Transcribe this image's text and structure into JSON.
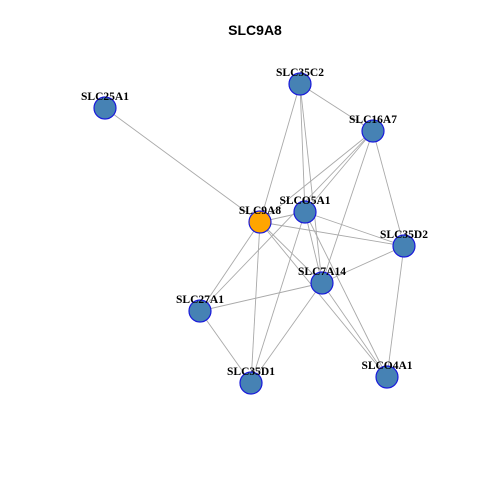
{
  "title": "SLC9A8",
  "colors": {
    "node_fill": "#4682b4",
    "center_fill": "#ffa500",
    "node_border": "#1a1adb",
    "edge": "#a9a9a9"
  },
  "nodes": [
    {
      "id": "SLC9A8",
      "center": true
    },
    {
      "id": "SLC35C2"
    },
    {
      "id": "SLC25A1"
    },
    {
      "id": "SLC16A7"
    },
    {
      "id": "SLCO5A1"
    },
    {
      "id": "SLC35D2"
    },
    {
      "id": "SLC7A14"
    },
    {
      "id": "SLC27A1"
    },
    {
      "id": "SLC35D1"
    },
    {
      "id": "SLCO4A1"
    }
  ],
  "edges": [
    [
      "SLC9A8",
      "SLC25A1"
    ],
    [
      "SLC9A8",
      "SLC35C2"
    ],
    [
      "SLC9A8",
      "SLC16A7"
    ],
    [
      "SLC9A8",
      "SLCO5A1"
    ],
    [
      "SLC9A8",
      "SLC35D2"
    ],
    [
      "SLC9A8",
      "SLC7A14"
    ],
    [
      "SLC9A8",
      "SLC27A1"
    ],
    [
      "SLC9A8",
      "SLC35D1"
    ],
    [
      "SLC9A8",
      "SLCO4A1"
    ],
    [
      "SLC35C2",
      "SLC16A7"
    ],
    [
      "SLC35C2",
      "SLCO5A1"
    ],
    [
      "SLC35C2",
      "SLC7A14"
    ],
    [
      "SLC16A7",
      "SLCO5A1"
    ],
    [
      "SLC16A7",
      "SLC35D2"
    ],
    [
      "SLC16A7",
      "SLC7A14"
    ],
    [
      "SLC16A7",
      "SLC27A1"
    ],
    [
      "SLCO5A1",
      "SLC35D2"
    ],
    [
      "SLCO5A1",
      "SLC7A14"
    ],
    [
      "SLCO5A1",
      "SLC35D1"
    ],
    [
      "SLCO5A1",
      "SLCO4A1"
    ],
    [
      "SLC35D2",
      "SLC7A14"
    ],
    [
      "SLC35D2",
      "SLCO4A1"
    ],
    [
      "SLC7A14",
      "SLC27A1"
    ],
    [
      "SLC7A14",
      "SLC35D1"
    ],
    [
      "SLC7A14",
      "SLCO4A1"
    ],
    [
      "SLC27A1",
      "SLC35D1"
    ]
  ]
}
